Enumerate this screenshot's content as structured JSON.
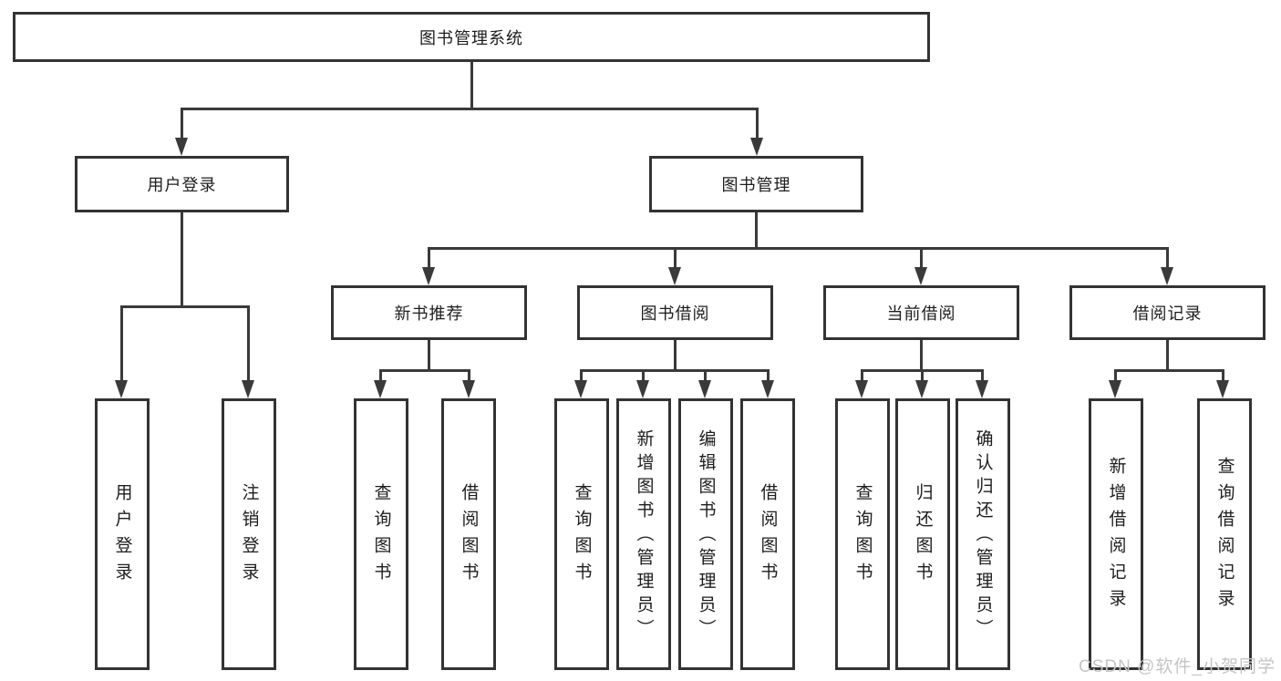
{
  "diagram": {
    "root_label": "图书管理系统",
    "level2": {
      "user_login": "用户登录",
      "book_mgmt": "图书管理"
    },
    "level3": {
      "new_book": "新书推荐",
      "book_borrow": "图书借阅",
      "current_borrow": "当前借阅",
      "borrow_record": "借阅记录"
    },
    "leaves": {
      "user_login": [
        "用户登录",
        "注销登录"
      ],
      "new_book": [
        "查询图书",
        "借阅图书"
      ],
      "book_borrow": [
        "查询图书",
        "新增图书（管理员）",
        "编辑图书（管理员）",
        "借阅图书"
      ],
      "current_borrow": [
        "查询图书",
        "归还图书",
        "确认归还（管理员）"
      ],
      "borrow_record": [
        "新增借阅记录",
        "查询借阅记录"
      ]
    },
    "watermark": "CSDN @软件_小贺同学",
    "colors": {
      "line": "#3a3a3a",
      "box_border": "#333333",
      "text": "#1d1d1d",
      "watermark": "#c5c5c5",
      "background": "#ffffff"
    }
  }
}
